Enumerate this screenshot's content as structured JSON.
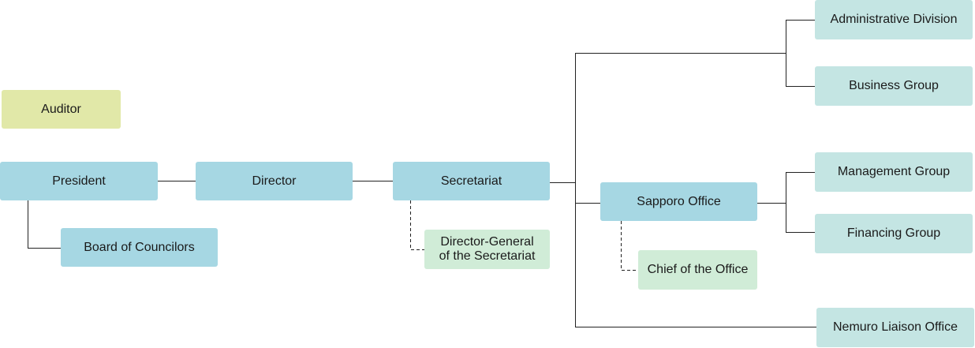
{
  "boxes": {
    "auditor": "Auditor",
    "president": "President",
    "director": "Director",
    "secretariat": "Secretariat",
    "board_of_councilors": "Board of Councilors",
    "director_general": "Director-General\nof the Secretariat",
    "sapporo_office": "Sapporo Office",
    "chief_of_office": "Chief of the Office",
    "administrative_division": "Administrative Division",
    "business_group": "Business Group",
    "management_group": "Management Group",
    "financing_group": "Financing Group",
    "nemuro_liaison_office": "Nemuro Liaison Office"
  },
  "colors": {
    "primary": "#a6d7e3",
    "group": "#c4e5e3",
    "staff": "#d0ecd7",
    "auditor": "#e1e8a8",
    "line": "#222222"
  }
}
